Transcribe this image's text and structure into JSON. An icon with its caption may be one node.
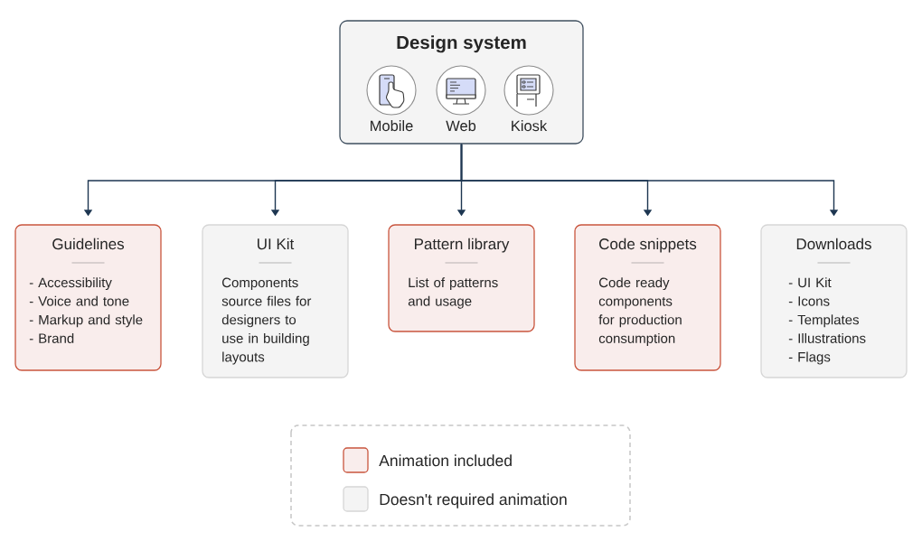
{
  "diagram": {
    "nodes": [
      {
        "text": [
          "Design system"
        ]
      },
      {
        "text": [
          "Mobile"
        ],
        "in": 0
      },
      {
        "text": [
          "Web"
        ],
        "in": 0
      },
      {
        "text": [
          "Kiosk"
        ],
        "in": 0
      },
      {
        "text": [
          "Guidelines",
          "- Accessibility",
          "- Voice and tone",
          "- Markup and style",
          "- Brand"
        ]
      },
      {
        "text": [
          "UI Kit",
          "Components source files for designers to use in building layouts"
        ]
      },
      {
        "text": [
          "Pattern library",
          "List of patterns and usage"
        ]
      },
      {
        "text": [
          "Code snippets",
          "Code ready components for production consumption"
        ]
      },
      {
        "text": [
          "Downloads",
          "- UI Kit",
          "- Icons",
          "- Templates",
          "- Illustrations",
          "- Flags"
        ]
      }
    ],
    "edges": [
      {
        "from": 0,
        "to": 4,
        "arrow": "to"
      },
      {
        "from": 0,
        "to": 5,
        "arrow": "to"
      },
      {
        "from": 0,
        "to": 6,
        "arrow": "to"
      },
      {
        "from": 0,
        "to": 7,
        "arrow": "to"
      },
      {
        "from": 0,
        "to": 8,
        "arrow": "to"
      }
    ],
    "legend": [
      {
        "text": "Animation included",
        "color": "#f9edec"
      },
      {
        "text": "Doesn't required animation",
        "color": "#f4f4f4"
      }
    ]
  }
}
